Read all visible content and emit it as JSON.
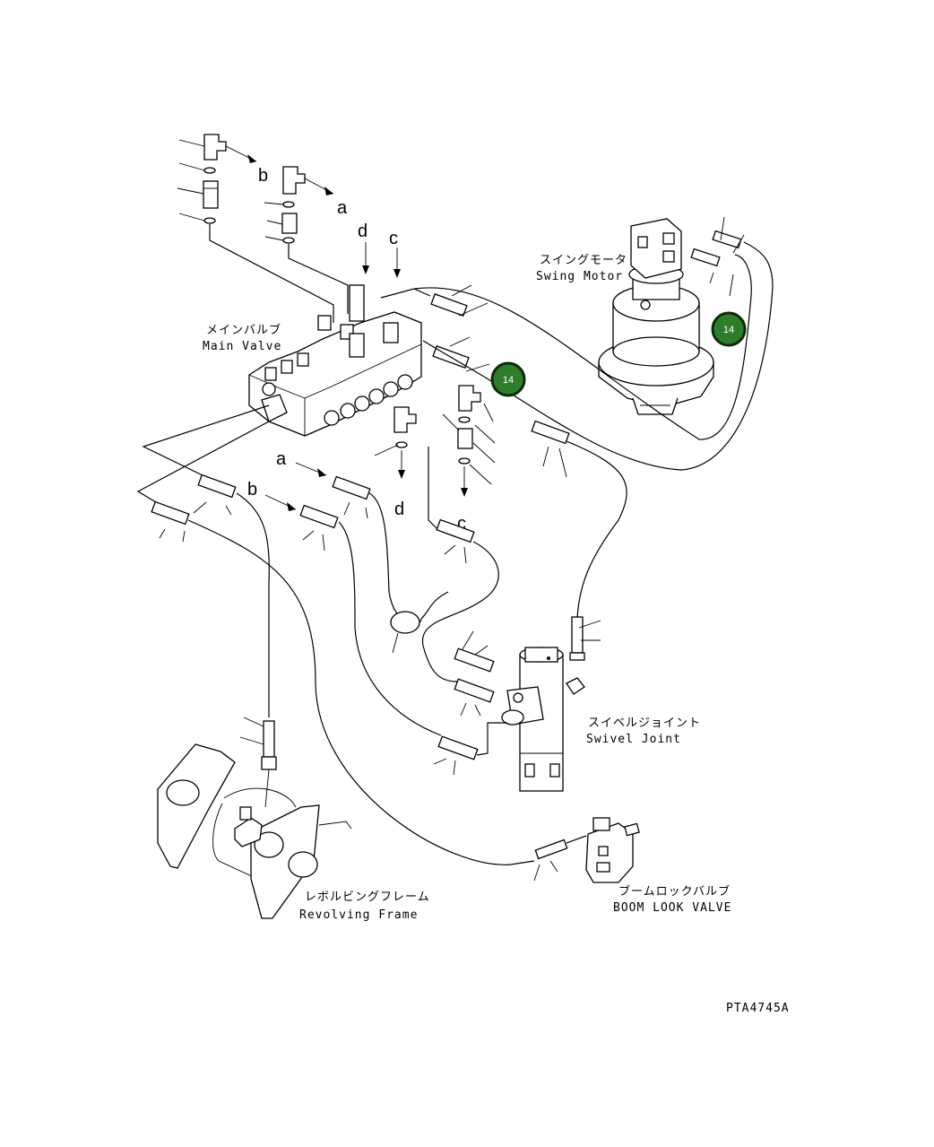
{
  "labels": {
    "main_valve_jp": "メインバルブ",
    "main_valve_en": "Main Valve",
    "swing_motor_jp": "スイングモータ",
    "swing_motor_en": "Swing Motor",
    "swivel_joint_jp": "スイベルジョイント",
    "swivel_joint_en": "Swivel Joint",
    "revolving_frame_jp": "レボルビングフレーム",
    "revolving_frame_en": "Revolving Frame",
    "boom_lock_valve_jp": "ブームロックバルブ",
    "boom_lock_valve_en": "BOOM LOOK VALVE",
    "drawing_code": "PTA4745A"
  },
  "connection_letters": {
    "b_top": "b",
    "a_top": "a",
    "d_top": "d",
    "c_top": "c",
    "a_mid": "a",
    "b_mid": "b",
    "d_mid": "d",
    "c_mid": "c"
  },
  "callouts": [
    {
      "id": "14",
      "label": "14"
    },
    {
      "id": "14",
      "label": "14"
    }
  ],
  "colors": {
    "callout_fill": "#2e7d2a",
    "callout_border": "#0c2a0a",
    "line": "#000000"
  }
}
